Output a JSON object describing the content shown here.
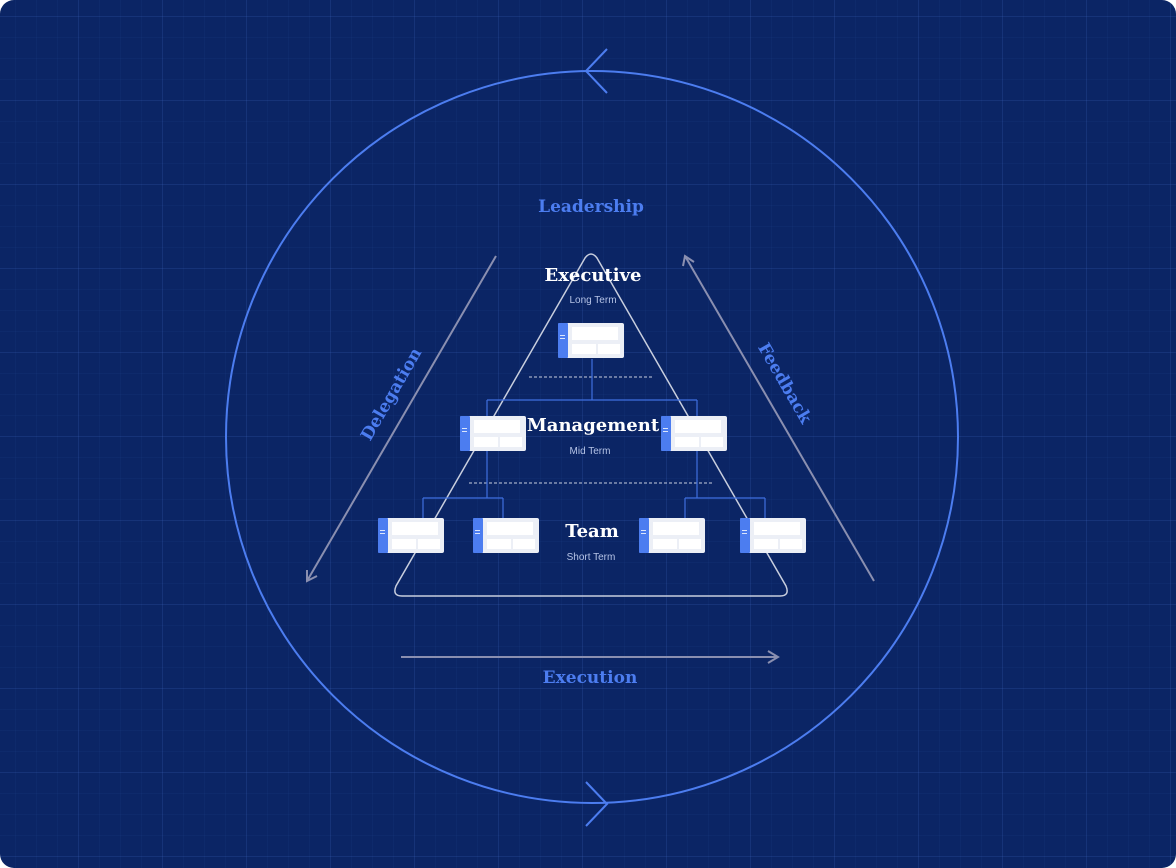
{
  "diagram": {
    "cycle_label": "Leadership",
    "left_arrow_label": "Delegation",
    "right_arrow_label": "Feedback",
    "bottom_arrow_label": "Execution",
    "tiers": [
      {
        "title": "Executive",
        "subtitle": "Long Term"
      },
      {
        "title": "Management",
        "subtitle": "Mid Term"
      },
      {
        "title": "Team",
        "subtitle": "Short Term"
      }
    ]
  },
  "colors": {
    "background": "#0b2565",
    "accent": "#4c7df0",
    "arrow": "#8a8fb0",
    "pyramid_outline": "#c8cede"
  }
}
